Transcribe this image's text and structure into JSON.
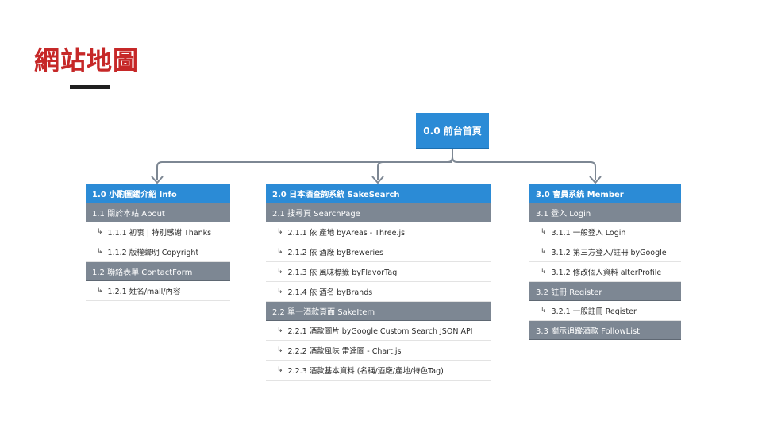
{
  "page": {
    "title": "網站地圖"
  },
  "sitemap": {
    "root": "0.0 前台首頁",
    "columns": [
      {
        "header": "1.0 小酌圖鑑介紹 Info",
        "rows": [
          {
            "type": "section",
            "text": "1.1 關於本站 About"
          },
          {
            "type": "item",
            "text": "1.1.1 初衷 | 特別感謝 Thanks"
          },
          {
            "type": "item",
            "text": "1.1.2 版權聲明 Copyright"
          },
          {
            "type": "section",
            "text": "1.2 聯絡表單 ContactForm"
          },
          {
            "type": "item",
            "text": "1.2.1 姓名/mail/內容"
          }
        ]
      },
      {
        "header": "2.0 日本酒查詢系統 SakeSearch",
        "rows": [
          {
            "type": "section",
            "text": "2.1 搜尋頁 SearchPage"
          },
          {
            "type": "item",
            "text": "2.1.1 依 產地 byAreas - Three.js"
          },
          {
            "type": "item",
            "text": "2.1.2 依 酒廠 byBreweries"
          },
          {
            "type": "item",
            "text": "2.1.3 依 風味標籤  byFlavorTag"
          },
          {
            "type": "item",
            "text": "2.1.4 依 酒名 byBrands"
          },
          {
            "type": "section",
            "text": "2.2 單一酒款頁面 SakeItem"
          },
          {
            "type": "item",
            "text": "2.2.1 酒款圖片 byGoogle Custom Search JSON API"
          },
          {
            "type": "item",
            "text": "2.2.2 酒款風味 雷達圖 - Chart.js"
          },
          {
            "type": "item",
            "text": "2.2.3 酒款基本資料 (名稱/酒廠/產地/特色Tag)"
          }
        ]
      },
      {
        "header": "3.0 會員系統 Member",
        "rows": [
          {
            "type": "section",
            "text": "3.1 登入 Login"
          },
          {
            "type": "item",
            "text": "3.1.1 一般登入 Login"
          },
          {
            "type": "item",
            "text": "3.1.2 第三方登入/註冊 byGoogle"
          },
          {
            "type": "item",
            "text": "3.1.2 修改個人資料 alterProfile"
          },
          {
            "type": "section",
            "text": "3.2 註冊 Register"
          },
          {
            "type": "item",
            "text": "3.2.1 一般註冊 Register"
          },
          {
            "type": "section",
            "text": "3.3 關示追蹤酒款 FollowList"
          }
        ]
      }
    ]
  }
}
